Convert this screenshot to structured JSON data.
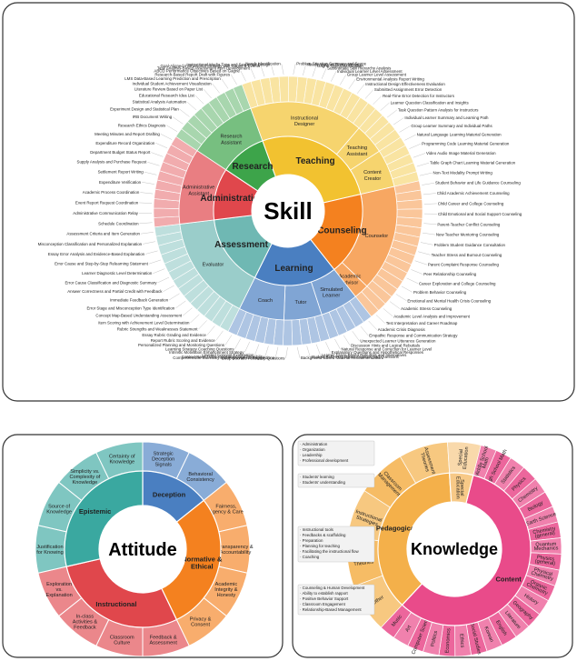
{
  "skill": {
    "center": "Skill",
    "categories": [
      {
        "name": "Teaching",
        "color": "#f2c230",
        "subs": [
          {
            "name": "Instructional Designer",
            "leaves": [
              "ABCD Performance Objectives Based on Gagne",
              "Task Analysis-Based Assessment Item Development",
              "Goal-Aligned Instructional Strategy with Gagne 9 Events",
              "Instructional Media Type and Sequence Design",
              "Needs Identification",
              "Problem Situation Summary and Scope",
              "Needs Analysis Report Writing",
              "Gagne Type Classification",
              "Subordinate Skill Hierarchy Analysis",
              "Individual Learner Level Assessment",
              "Group Learner Level Assessment",
              "Environmental Analysis Report Writing",
              "Instructional Design Effectiveness Evaluation",
              "Submitted Assignment Error Detection",
              "Real-Time Error Detection for Instructors"
            ]
          },
          {
            "name": "Teaching Assistant",
            "leaves": [
              "Learner Question Classification and Insights",
              "Task Question Pattern Analysis for Instructors",
              "Individual Learner Summary and Learning Path",
              "Group Learner Summary and Individual Paths"
            ]
          },
          {
            "name": "Content Creator",
            "leaves": [
              "Natural Language Learning Material Generation",
              "Programming Code Learning Material Generation",
              "Video Audio Image Material Generation",
              "Table Graph Chart Learning Material Generation",
              "Non-Text Modality Prompt Writing"
            ]
          }
        ]
      },
      {
        "name": "Counseling",
        "color": "#f4811f",
        "subs": [
          {
            "name": "Counselor",
            "leaves": [
              "Student Behavior and Life Guidance Counseling",
              "Child Academic Achievement Counseling",
              "Child Career and College Counseling",
              "Child Emotional and Social Support Counseling",
              "Parent-Teacher Conflict Counseling",
              "New Teacher Mentoring Counseling",
              "Problem Student Guidance Consultation",
              "Teacher Stress and Burnout Counseling",
              "Parent Complaint Response Counseling",
              "Peer Relationship Counseling",
              "Career Exploration and College Counseling",
              "Problem Behavior Counseling",
              "Emotional and Mental Health Crisis Counseling",
              "Academic Stress Counseling"
            ]
          },
          {
            "name": "Academic Advisor",
            "leaves": [
              "Academic Level Analysis and Improvement",
              "Test Interpretation and Career Roadmap"
            ]
          }
        ]
      },
      {
        "name": "Learning",
        "color": "#4a7fc1",
        "subs": [
          {
            "name": "Simulated Learner",
            "leaves": [
              "Academic Crisis Diagnosis",
              "Empathic Response and Communication Strategy",
              "Unexpected Learner Utterance Generation",
              "Discussion Hints and Logical Rebuttals",
              "Natural Response and Correction for Learner Level"
            ]
          },
          {
            "name": "Tutor",
            "leaves": [
              "Explanatory Questions and Hypothetical Responses",
              "Learner Claim-Based Rebuttals and Alternatives",
              "Student Role-Play Misconceptions and Questions",
              "Background-Based Material Recommendation",
              "Deep Socratic Follow-Up Questions"
            ]
          },
          {
            "name": "Coach",
            "leaves": [
              "Comprehension Summary and Improvement Suggestions",
              "Context-Based Idea Generation and Feasibility",
              "Leveled Concept Explanation",
              "Intrinsic Motivation Enhancement Strategy",
              "Learning Strategy Coaching Questions",
              "Personalized Planning and Monitoring Questions"
            ]
          }
        ]
      },
      {
        "name": "Assessment",
        "color": "#6fb8b3",
        "subs": [
          {
            "name": "Evaluator",
            "leaves": [
              "Report Rubric Scoring and Evidence",
              "Essay Rubric Grading and Evidence",
              "Rubric Strengths and Weaknesses Statement",
              "Item Scoring with Achievement Level Determination",
              "Concept Map-Based Understanding Assessment",
              "Error Stage and Misconception Type Identification",
              "Immediate Feedback Generation",
              "Answer Correctness and Partial Credit with Feedback",
              "Error Cause Classification and Diagnostic Summary",
              "Learner Diagnostic Level Determination",
              "Error Cause and Step-by-Step Relearning Statement",
              "Essay Error Analysis and Evidence-Based Explanation",
              "Misconception Classification and Personalized Explanation",
              "Assessment Criteria and Item Generation"
            ]
          }
        ]
      },
      {
        "name": "Administration",
        "color": "#e0474c",
        "subs": [
          {
            "name": "Administrative Assistant",
            "leaves": [
              "Schedule Coordination",
              "Administrative Communication Relay",
              "Event Report Request Coordination",
              "Academic Process Coordination",
              "Expenditure Verification",
              "Settlement Report Writing",
              "Supply Analysis and Purchase Request",
              "Department Budget Status Report",
              "Expenditure Record Organization",
              "Meeting Minutes and Report Drafting"
            ]
          }
        ]
      },
      {
        "name": "Research",
        "color": "#3da44a",
        "subs": [
          {
            "name": "Research Assistant",
            "leaves": [
              "Research Ethics Diagnosis",
              "IRB Document Writing",
              "Experiment Design and Statistical Plan",
              "Statistical Analysis Automation",
              "Educational Research Idea List",
              "Literature Review Based on Paper List",
              "Individual Student Achievement Visualization",
              "LMS Data-Based Learning Prediction and Prescription",
              "Research-Based Report Draft with Figures"
            ]
          }
        ]
      }
    ]
  },
  "attitude": {
    "center": "Attitude",
    "categories": [
      {
        "name": "Deception",
        "color": "#4a7fc1",
        "subs": [
          "Strategic Deception Signals",
          "Behavioral Consistency"
        ]
      },
      {
        "name": "Normative & Ethical",
        "color": "#f4811f",
        "subs": [
          "Fairness, Agency & Care",
          "Transparency & Accountability",
          "Academic Integrity & Honesty",
          "Privacy & Consent"
        ]
      },
      {
        "name": "Instructional",
        "color": "#e0474c",
        "subs": [
          "Feedback & Assessment",
          "Classroom Culture",
          "In-class Activities & Feedback",
          "Exploration vs. Explanation"
        ]
      },
      {
        "name": "Epistemic",
        "color": "#3aa8a0",
        "subs": [
          "Justification for Knowing",
          "Source of Knowledge",
          "Simplicity vs. Complexity of Knowledge",
          "Certainty of Knowledge"
        ]
      }
    ]
  },
  "knowledge": {
    "center": "Knowledge",
    "categories": [
      {
        "name": "Content",
        "color": "#e94b8a",
        "subs": [
          "Middle School Math",
          "High School Math",
          "Statistics",
          "Physics",
          "Chemistry",
          "Biology",
          "Earth Science",
          "Chemistry (general)",
          "Quantum Mechanics",
          "Physics (general)",
          "Physical Chemistry",
          "Organic Chemistry",
          "History",
          "Geography",
          "Literature",
          "English",
          "Korean",
          "Social Studies",
          "Ethics",
          "Economics",
          "Politics",
          "Computer Science",
          "Art",
          "Music"
        ]
      },
      {
        "name": "Pedagogical",
        "color": "#f4b04a",
        "subs": [
          "Other",
          "Learning Theories",
          "Instructional Strategies",
          "Classroom Management",
          "Assessment Theories"
        ]
      },
      {
        "name": "Special Education",
        "color": "#f7c987",
        "subs": []
      }
    ],
    "notes": {
      "other": [
        "Administration",
        "Organization",
        "Leadership",
        "Professional development"
      ],
      "learning": [
        "Students' learning",
        "Students' understanding"
      ],
      "strategies": [
        "Instructional tools",
        "Feedbacks & scaffolding",
        "Preparation",
        "Planning for teaching",
        "Facilitating the instructional flow",
        "Coaching"
      ],
      "management": [
        "Counseling & Human Development",
        "Ability to establish rapport",
        "Positive Behavior Support",
        "Classroom Engagement",
        "Relationship-Based Management"
      ]
    }
  }
}
